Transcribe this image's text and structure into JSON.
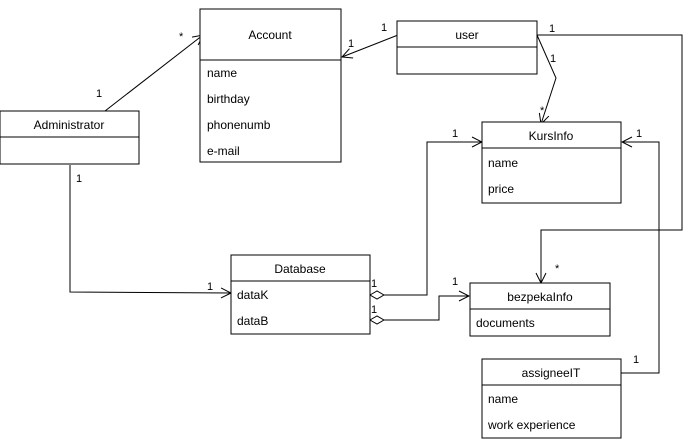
{
  "classes": {
    "account": {
      "name": "Account",
      "attributes": [
        "name",
        "birthday",
        "phonenumb",
        "e-mail"
      ]
    },
    "user": {
      "name": "user",
      "attributes": []
    },
    "administrator": {
      "name": "Administrator",
      "attributes": []
    },
    "kursinfo": {
      "name": "KursInfo",
      "attributes": [
        "name",
        "price"
      ]
    },
    "database": {
      "name": "Database",
      "attributes": [
        "dataK",
        "dataB"
      ]
    },
    "bezpekainfo": {
      "name": "bezpekaInfo",
      "attributes": [
        "documents"
      ]
    },
    "assigneeit": {
      "name": "assigneeIT",
      "attributes": [
        "name",
        "work experience"
      ]
    }
  },
  "associations": [
    {
      "from": "administrator",
      "to": "account",
      "from_mult": "1",
      "to_mult": "*",
      "kind": "directed"
    },
    {
      "from": "user",
      "to": "account",
      "from_mult": "1",
      "to_mult": "1",
      "kind": "directed"
    },
    {
      "from": "user",
      "to": "kursinfo",
      "from_mult": "1",
      "to_mult": "*",
      "kind": "directed"
    },
    {
      "from": "user",
      "to": "bezpekainfo",
      "from_mult": "1",
      "to_mult": "*",
      "kind": "directed"
    },
    {
      "from": "administrator",
      "to": "database",
      "from_mult": "1",
      "to_mult": "1",
      "kind": "directed"
    },
    {
      "from": "database",
      "to": "kursinfo",
      "from_mult": "1",
      "to_mult": "1",
      "kind": "aggregation"
    },
    {
      "from": "database",
      "to": "bezpekainfo",
      "from_mult": "1",
      "to_mult": "1",
      "kind": "aggregation"
    },
    {
      "from": "assigneeit",
      "to": "kursinfo",
      "from_mult": "1",
      "to_mult": "1",
      "kind": "directed"
    }
  ],
  "colors": {
    "stroke": "#000000",
    "fill": "#ffffff",
    "text": "#000000"
  }
}
